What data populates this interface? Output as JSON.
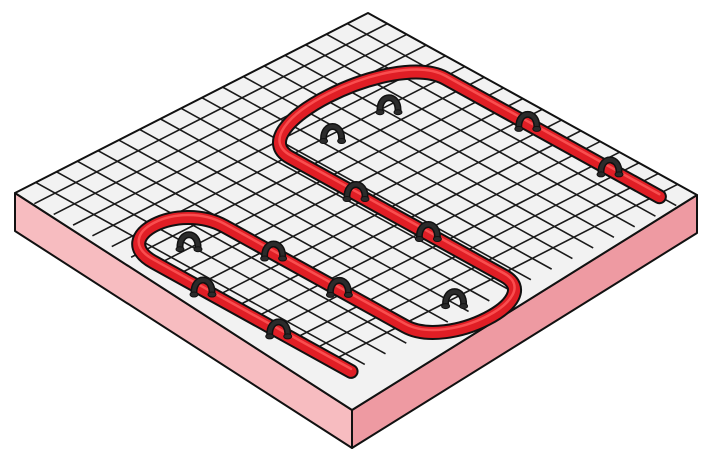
{
  "colors": {
    "background": "#ffffff",
    "board_top": "#f2f2f2",
    "board_front": "#f7bcc0",
    "board_side": "#ee9aa2",
    "outline": "#111111",
    "grid": "#1a1a1a",
    "pipe": "#e01e25",
    "pipe_highlight": "#ff5a5a",
    "clip": "#2b2b2b"
  },
  "grid": {
    "divisions": 17
  },
  "pipe_path": [
    [
      0.95,
      0.06
    ],
    [
      0.3,
      0.06
    ],
    [
      0.3,
      0.5
    ],
    [
      0.95,
      0.5
    ],
    [
      0.95,
      0.78
    ],
    [
      0.4,
      0.78
    ],
    [
      0.4,
      0.98
    ],
    [
      1.0,
      0.98
    ]
  ],
  "clips": [
    [
      0.8,
      0.06
    ],
    [
      0.55,
      0.06
    ],
    [
      0.3,
      0.22
    ],
    [
      0.3,
      0.38
    ],
    [
      0.5,
      0.5
    ],
    [
      0.72,
      0.5
    ],
    [
      0.95,
      0.64
    ],
    [
      0.75,
      0.78
    ],
    [
      0.55,
      0.78
    ],
    [
      0.4,
      0.88
    ],
    [
      0.55,
      0.98
    ],
    [
      0.78,
      0.98
    ]
  ],
  "icons": {
    "pipe_clip": "clip-icon"
  }
}
